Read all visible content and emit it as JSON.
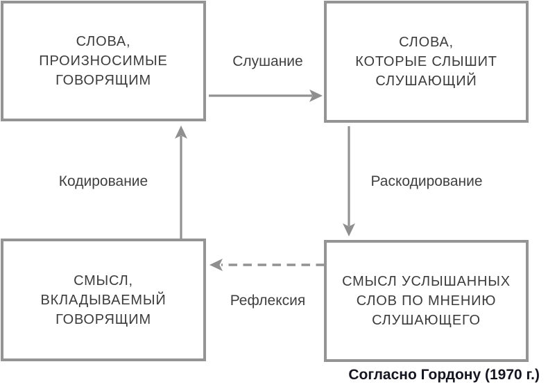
{
  "diagram": {
    "boxes": [
      {
        "id": "words-spoken-by-speaker",
        "lines": [
          "СЛОВА,",
          "ПРОИЗНОСИМЫЕ",
          "ГОВОРЯЩИМ"
        ]
      },
      {
        "id": "words-heard-by-listener",
        "lines": [
          "СЛОВА,",
          "КОТОРЫЕ СЛЫШИТ",
          "СЛУШАЮЩИЙ"
        ]
      },
      {
        "id": "meaning-intended-by-speaker",
        "lines": [
          "СМЫСЛ,",
          "ВКЛАДЫВАЕМЫЙ",
          "ГОВОРЯЩИМ"
        ]
      },
      {
        "id": "meaning-perceived-by-listener",
        "lines": [
          "СМЫСЛ УСЛЫШАННЫХ",
          "СЛОВ ПО МНЕНИЮ",
          "СЛУШАЮЩЕГО"
        ]
      }
    ],
    "arrows": [
      {
        "id": "listening",
        "label": "Слушание",
        "from": "words-spoken-by-speaker",
        "to": "words-heard-by-listener",
        "direction": "right",
        "style": "solid"
      },
      {
        "id": "decoding",
        "label": "Раскодирование",
        "from": "words-heard-by-listener",
        "to": "meaning-perceived-by-listener",
        "direction": "down",
        "style": "solid"
      },
      {
        "id": "reflection",
        "label": "Рефлексия",
        "from": "meaning-perceived-by-listener",
        "to": "meaning-intended-by-speaker",
        "direction": "left",
        "style": "dashed"
      },
      {
        "id": "encoding",
        "label": "Кодирование",
        "from": "meaning-intended-by-speaker",
        "to": "words-spoken-by-speaker",
        "direction": "up",
        "style": "solid"
      }
    ],
    "caption": "Согласно Гордону (1970 г.)",
    "colors": {
      "box_border": "#949494",
      "arrow": "#909090",
      "box_text": "#3c3c3c",
      "label_text": "#3f3f3f",
      "caption_text": "#15151f",
      "background": "#ffffff"
    }
  }
}
